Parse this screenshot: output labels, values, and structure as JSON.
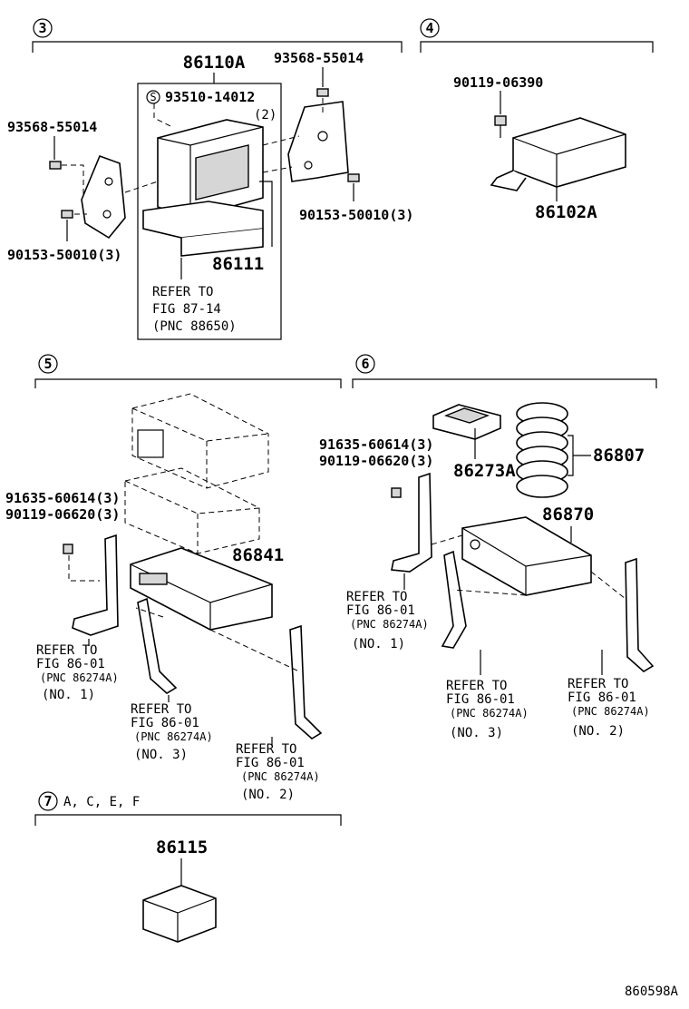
{
  "sections": [
    {
      "num": "3",
      "qualifier": ""
    },
    {
      "num": "4",
      "qualifier": ""
    },
    {
      "num": "5",
      "qualifier": ""
    },
    {
      "num": "6",
      "qualifier": ""
    },
    {
      "num": "7",
      "qualifier": "A, C, E, F"
    }
  ],
  "sec3": {
    "assembly": "86110A",
    "screw_top_right": "93568-55014",
    "screw_top_left": "93568-55014",
    "s_marker": "S",
    "screw_s": "93510-14012",
    "screw_s_qty": "(2)",
    "bolt_left": "90153-50010(3)",
    "bolt_right": "90153-50010(3)",
    "panel": "86111",
    "refer": [
      "REFER TO",
      "FIG 87-14",
      "(PNC 88650)"
    ]
  },
  "sec4": {
    "bolt": "90119-06390",
    "unit": "86102A"
  },
  "sec5": {
    "nut": "91635-60614(3)",
    "bolt": "90119-06620(3)",
    "unit": "86841",
    "refer_no1": [
      "REFER TO",
      "FIG 86-01",
      "(PNC 86274A)",
      "(NO. 1)"
    ],
    "refer_no3": [
      "REFER TO",
      "FIG 86-01",
      "(PNC 86274A)",
      "(NO. 3)"
    ],
    "refer_no2": [
      "REFER TO",
      "FIG 86-01",
      "(PNC 86274A)",
      "(NO. 2)"
    ]
  },
  "sec6": {
    "nut": "91635-60614(3)",
    "bolt": "90119-06620(3)",
    "pad": "86273A",
    "discs": "86807",
    "changer": "86870",
    "refer_no1": [
      "REFER TO",
      "FIG 86-01",
      "(PNC 86274A)",
      "(NO. 1)"
    ],
    "refer_no3": [
      "REFER TO",
      "FIG 86-01",
      "(PNC 86274A)",
      "(NO. 3)"
    ],
    "refer_no2": [
      "REFER TO",
      "FIG 86-01",
      "(PNC 86274A)",
      "(NO. 2)"
    ]
  },
  "sec7": {
    "unit": "86115"
  },
  "footer_code": "860598A"
}
